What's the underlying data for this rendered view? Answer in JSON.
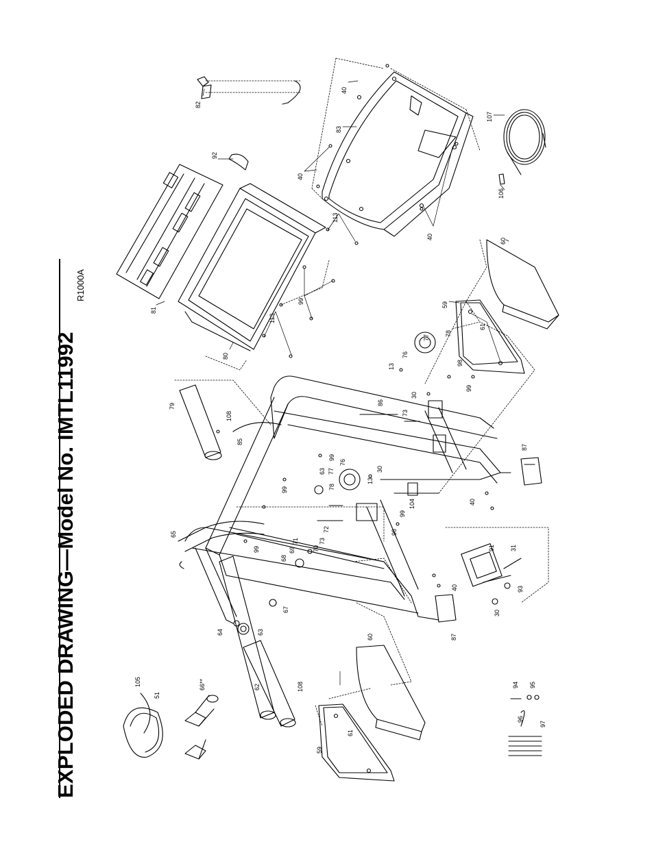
{
  "header": {
    "title": "EXPLODED DRAWING—Model No. IMTL11992",
    "drawing_code": "R1000A"
  },
  "callouts": [
    {
      "id": "c82",
      "label": "82"
    },
    {
      "id": "c92",
      "label": "92"
    },
    {
      "id": "c81",
      "label": "81"
    },
    {
      "id": "c80",
      "label": "80"
    },
    {
      "id": "c83",
      "label": "83"
    },
    {
      "id": "c40a",
      "label": "40"
    },
    {
      "id": "c40b",
      "label": "40"
    },
    {
      "id": "c40c",
      "label": "40"
    },
    {
      "id": "c40d",
      "label": "40"
    },
    {
      "id": "c40e",
      "label": "40"
    },
    {
      "id": "c113a",
      "label": "113"
    },
    {
      "id": "c113b",
      "label": "113"
    },
    {
      "id": "c99a",
      "label": "99"
    },
    {
      "id": "c107",
      "label": "107"
    },
    {
      "id": "c106",
      "label": "106"
    },
    {
      "id": "c60a",
      "label": "60"
    },
    {
      "id": "c59a",
      "label": "59"
    },
    {
      "id": "c78a",
      "label": "78"
    },
    {
      "id": "c77a",
      "label": "77"
    },
    {
      "id": "c76a",
      "label": "76"
    },
    {
      "id": "c61a",
      "label": "61"
    },
    {
      "id": "c13a",
      "label": "13"
    },
    {
      "id": "c98a",
      "label": "98"
    },
    {
      "id": "c99b",
      "label": "99"
    },
    {
      "id": "c30a",
      "label": "30"
    },
    {
      "id": "c86",
      "label": "86"
    },
    {
      "id": "c73a",
      "label": "73"
    },
    {
      "id": "c79",
      "label": "79"
    },
    {
      "id": "c108a",
      "label": "108"
    },
    {
      "id": "c85",
      "label": "85"
    },
    {
      "id": "c99c",
      "label": "99"
    },
    {
      "id": "c63a",
      "label": "63"
    },
    {
      "id": "c77b",
      "label": "77"
    },
    {
      "id": "c76b",
      "label": "76"
    },
    {
      "id": "c78b",
      "label": "78"
    },
    {
      "id": "c30b",
      "label": "30"
    },
    {
      "id": "c13b",
      "label": "13"
    },
    {
      "id": "c99d",
      "label": "99"
    },
    {
      "id": "c87a",
      "label": "87"
    },
    {
      "id": "c104",
      "label": "104"
    },
    {
      "id": "c99e",
      "label": "99"
    },
    {
      "id": "c98b",
      "label": "98"
    },
    {
      "id": "c65",
      "label": "65"
    },
    {
      "id": "c99f",
      "label": "99"
    },
    {
      "id": "c72",
      "label": "72"
    },
    {
      "id": "c73b",
      "label": "73"
    },
    {
      "id": "c71",
      "label": "71"
    },
    {
      "id": "c69",
      "label": "69"
    },
    {
      "id": "c70",
      "label": "70"
    },
    {
      "id": "c68",
      "label": "68"
    },
    {
      "id": "c91",
      "label": "91"
    },
    {
      "id": "c31",
      "label": "31"
    },
    {
      "id": "c93",
      "label": "93"
    },
    {
      "id": "c30c",
      "label": "30"
    },
    {
      "id": "c67",
      "label": "67"
    },
    {
      "id": "c64",
      "label": "64"
    },
    {
      "id": "c63b",
      "label": "63"
    },
    {
      "id": "c87b",
      "label": "87"
    },
    {
      "id": "c60b",
      "label": "60"
    },
    {
      "id": "c105",
      "label": "105"
    },
    {
      "id": "c51",
      "label": "51"
    },
    {
      "id": "c66",
      "label": "66**"
    },
    {
      "id": "c62",
      "label": "62"
    },
    {
      "id": "c108b",
      "label": "108"
    },
    {
      "id": "c59b",
      "label": "59"
    },
    {
      "id": "c61b",
      "label": "61"
    },
    {
      "id": "c94",
      "label": "94"
    },
    {
      "id": "c95",
      "label": "95"
    },
    {
      "id": "c96",
      "label": "96"
    },
    {
      "id": "c97",
      "label": "97"
    }
  ]
}
